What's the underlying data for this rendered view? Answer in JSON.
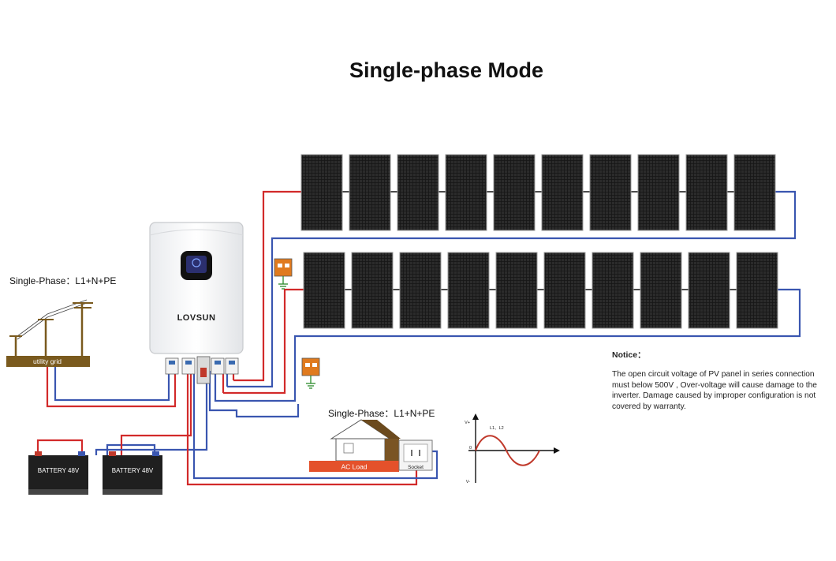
{
  "title": "Single-phase Mode",
  "grid": {
    "phase_label": "Single-Phase：L1+N+PE",
    "name": "utility grid"
  },
  "inverter": {
    "brand": "LOVSUN"
  },
  "batteries": [
    {
      "label": "BATTERY 48V"
    },
    {
      "label": "BATTERY 48V"
    }
  ],
  "load": {
    "phase_label": "Single-Phase：L1+N+PE",
    "ac_label": "AC Load",
    "socket_label": "Socket"
  },
  "waveform": {
    "y_top": "V+",
    "y_bottom": "V-",
    "zero": "0",
    "phases": "L1、L2"
  },
  "pv_array": {
    "rows": 2,
    "panels_per_row": 10
  },
  "notice": {
    "heading": "Notice：",
    "text": "The open circuit voltage of PV panel in series connection must below 500V , Over-voltage will cause damage to the inverter. Damage caused by improper configuration is not covered by warranty."
  },
  "colors": {
    "positive_wire": "#d22a2a",
    "negative_wire": "#3a56b0",
    "panel": "#1a1a1a",
    "battery": "#222222",
    "ac_load_bar": "#e4512b",
    "grid_base": "#7a5a1e",
    "spd": "#e07a1e"
  }
}
